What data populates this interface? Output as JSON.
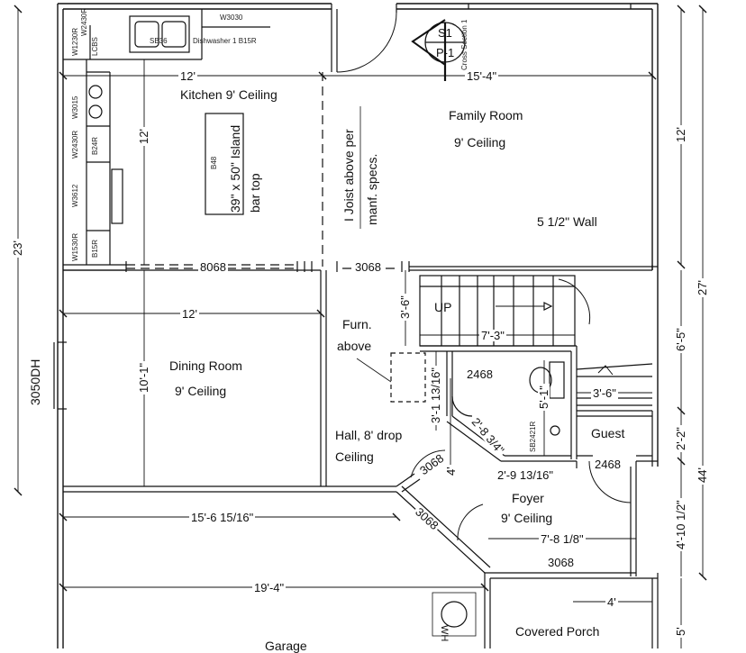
{
  "rooms": {
    "kitchen": "Kitchen  9' Ceiling",
    "family_room": "Family Room",
    "family_room_ceiling": "9' Ceiling",
    "dining_room": "Dining Room",
    "dining_ceiling": "9' Ceiling",
    "hall": "Hall, 8' drop",
    "hall_2": "Ceiling",
    "foyer": "Foyer",
    "foyer_ceiling": "9' Ceiling",
    "guest": "Guest",
    "covered_porch": "Covered Porch",
    "garage": "Garage"
  },
  "notes": {
    "island_1": "39\" x 50\" Island",
    "island_2": "bar top",
    "joist_1": "I Joist above per",
    "joist_2": "manf. specs.",
    "wall": "5 1/2\" Wall",
    "furn_1": "Furn.",
    "furn_2": "above",
    "up": "UP",
    "section_top": "S1",
    "section_bottom": "P-1",
    "section_caption": "Cross Section 1",
    "water_heater": "WH",
    "window_west": "3050DH"
  },
  "cabinets": {
    "sink": "SB36",
    "dishwasher": "Dishwasher 1 B15R",
    "w3030": "W3030",
    "lcbs": "LCBS",
    "w1230": "W1230R",
    "w2430": "W2430R",
    "w3015": "W3015",
    "w2430b": "W2430R",
    "b24": "B24R",
    "w3612": "W3612",
    "w1530": "W1530R",
    "b15": "B15R",
    "b48": "B48",
    "sb24": "SB2421R"
  },
  "doors": {
    "d8068": "8068",
    "d3068a": "3068",
    "d2468a": "2468",
    "d2468b": "2468",
    "d3068b": "3068",
    "d3068c": "3068",
    "d3068d": "3068"
  },
  "dimensions": {
    "kitchen_w": "12'",
    "family_w": "15'-4\"",
    "kitchen_h": "12'",
    "right_12": "12'",
    "left_23": "23'",
    "right_27": "27'",
    "dining_w": "12'",
    "dining_h": "10'-1\"",
    "stair_h": "3'-6\"",
    "stair_w": "7'-3\"",
    "right_6_5": "6'-5\"",
    "bath_h": "3'-1 13/16\"",
    "bath_5_1": "5'-1\"",
    "stair_3_6": "3'-6\"",
    "diag_2_8": "2'-8 3/4\"",
    "right_2_2": "2'-2\"",
    "right_44": "44'",
    "foyer_4": "4'",
    "foyer_2_9": "2'-9 13/16\"",
    "garage_15_6": "15'-6 15/16\"",
    "right_4_10": "4'-10 1/2\"",
    "foyer_7_8": "7'-8 1/8\"",
    "garage_19_4": "19'-4\"",
    "porch_4": "4'",
    "right_5": "5'"
  }
}
